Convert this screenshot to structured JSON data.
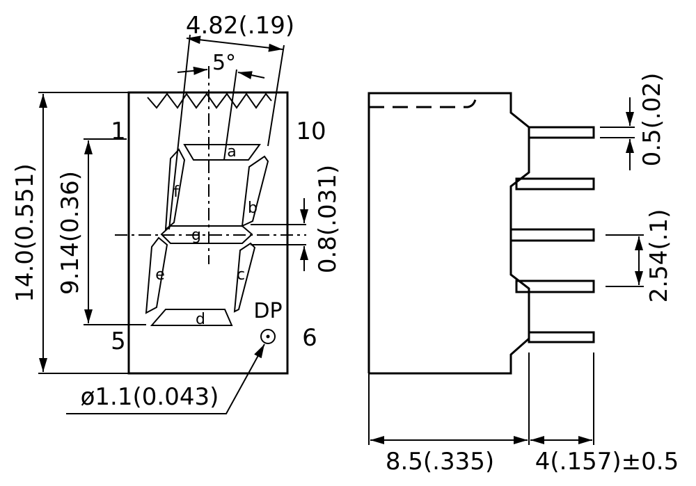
{
  "front_view": {
    "dim_width": "4.82(.19)",
    "dim_angle": "5°",
    "dim_height": "14.0(0.551)",
    "dim_digit_height": "9.14(0.36)",
    "dim_segment_width": "0.8(.031)",
    "dim_dp_hole": "ø1.1(0.043)",
    "pin_labels": {
      "pin1": "1",
      "pin10": "10",
      "pin5": "5",
      "pin6": "6"
    },
    "segments": [
      "a",
      "b",
      "c",
      "d",
      "e",
      "f",
      "g"
    ],
    "dp_label": "DP"
  },
  "side_view": {
    "dim_pin_thickness": "0.5(.02)",
    "dim_pin_pitch": "2.54(.1)",
    "dim_body_depth": "8.5(.335)",
    "dim_pin_length": "4(.157)±0.5"
  }
}
